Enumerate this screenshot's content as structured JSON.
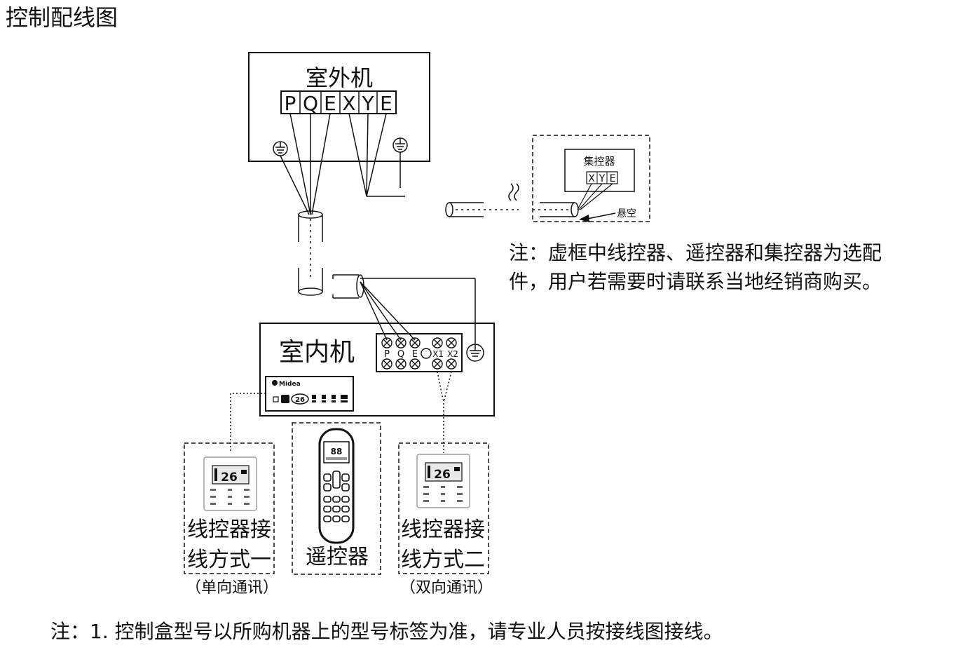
{
  "page_title": "控制配线图",
  "outdoor": {
    "label": "室外机",
    "terminals": [
      "P",
      "Q",
      "E",
      "X",
      "Y",
      "E"
    ]
  },
  "central_controller": {
    "label": "集控器",
    "terminals": [
      "X",
      "Y",
      "E"
    ],
    "float_label": "悬空"
  },
  "side_note": {
    "line1": "注：虚框中线控器、遥控器和集控器为选配",
    "line2": "件，用户若需要时请联系当地经销商购买。"
  },
  "indoor": {
    "label": "室内机",
    "terminals": [
      "P",
      "Q",
      "E",
      "X1",
      "X2"
    ],
    "display_brand": "Midea",
    "display_value": "26"
  },
  "wired_controller_1": {
    "line1": "线控器接",
    "line2": "线方式一",
    "sub": "（单向通讯）",
    "screen_value": "26"
  },
  "remote": {
    "label": "遥控器",
    "screen_value": "88"
  },
  "wired_controller_2": {
    "line1": "线控器接",
    "line2": "线方式二",
    "sub": "（双向通讯）",
    "screen_value": "26"
  },
  "bottom_note": "注：1. 控制盒型号以所购机器上的型号标签为准，请专业人员按接线图接线。"
}
